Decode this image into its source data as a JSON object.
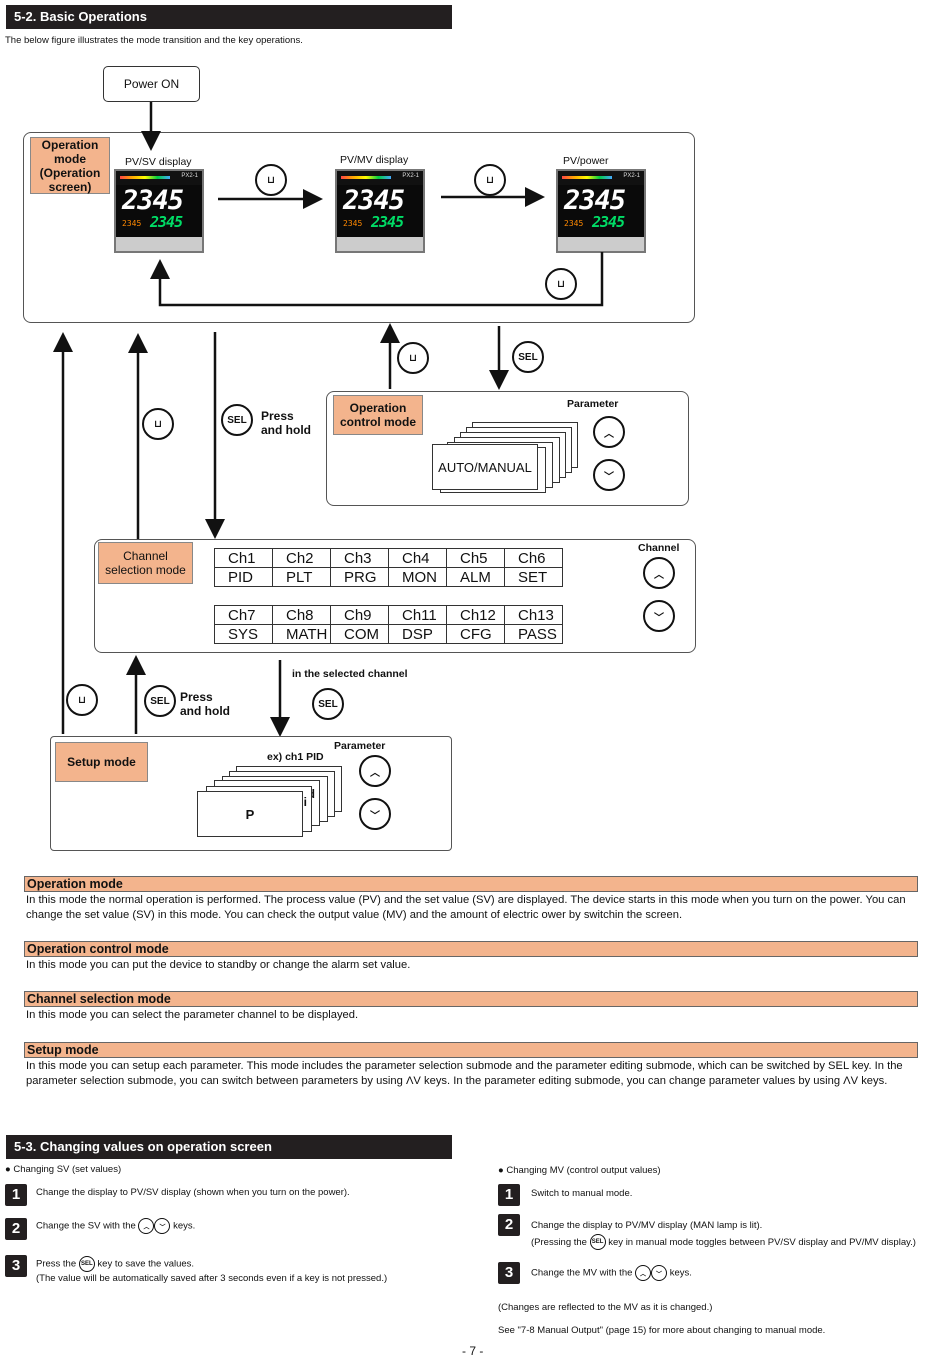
{
  "section1": {
    "title": "5-2.  Basic Operations",
    "intro": "The below figure illustrates the mode transition and the key operations."
  },
  "diagram": {
    "power_on": "Power ON",
    "operation_mode": "Operation mode (Operation screen)",
    "pv_sv_display": "PV/SV display",
    "pv_mv_display": "PV/MV display",
    "pv_power": "PV/power",
    "device_value": "2345",
    "device_sv": "2345",
    "device_small": "2345",
    "device_model": "PX2-1",
    "sel": "SEL",
    "press_hold": "Press",
    "and_hold": "and hold",
    "operation_control_mode": "Operation control mode",
    "parameter": "Parameter",
    "auto_manual": "AUTO/MANUAL",
    "channel_selection_mode": "Channel selection mode",
    "channel": "Channel",
    "channels_row1": [
      {
        "ch": "Ch1",
        "code": "PID"
      },
      {
        "ch": "Ch2",
        "code": "PLT"
      },
      {
        "ch": "Ch3",
        "code": "PRG"
      },
      {
        "ch": "Ch4",
        "code": "MON"
      },
      {
        "ch": "Ch5",
        "code": "ALM"
      },
      {
        "ch": "Ch6",
        "code": "SET"
      }
    ],
    "channels_row2": [
      {
        "ch": "Ch7",
        "code": "SYS"
      },
      {
        "ch": "Ch8",
        "code": "MATH"
      },
      {
        "ch": "Ch9",
        "code": "COM"
      },
      {
        "ch": "Ch11",
        "code": "DSP"
      },
      {
        "ch": "Ch12",
        "code": "CFG"
      },
      {
        "ch": "Ch13",
        "code": "PASS"
      }
    ],
    "in_selected_channel": "in the selected channel",
    "setup_mode": "Setup mode",
    "ex_ch1_pid": "ex) ch1 PID",
    "param_p": "P",
    "param_i": "i",
    "param_d": "d"
  },
  "descriptions": [
    {
      "title": "Operation mode",
      "body": "In this mode the normal operation is performed. The process value (PV) and the set value (SV) are displayed. The device starts in this mode when you turn on the power. You can change the set value (SV) in this mode. You can check the output value (MV) and the amount of electric ower by switchin the screen."
    },
    {
      "title": "Operation control mode",
      "body": "In this mode you can put the device to standby or change the alarm set value."
    },
    {
      "title": "Channel selection mode",
      "body": "In this mode you can select the parameter channel to be displayed."
    },
    {
      "title": "Setup mode",
      "body": "In this mode you can setup each parameter. This mode includes the parameter selection submode and the parameter editing submode, which can be switched by SEL key. In the parameter selection submode, you can switch between parameters by using ΛV keys. In the parameter editing submode, you can change parameter values by using ΛV keys."
    }
  ],
  "section2": {
    "title": "5-3.  Changing values on operation screen",
    "left_heading": "● Changing SV (set values)",
    "left_steps": [
      {
        "n": "1",
        "text": "Change the display to PV/SV display (shown when you turn on the power)."
      },
      {
        "n": "2",
        "pre": "Change the SV with the",
        "post": "keys."
      },
      {
        "n": "3",
        "pre": "Press the",
        "post": "key to save the values.",
        "note": "(The value will be automatically saved after 3 seconds even if a key is not pressed.)"
      }
    ],
    "right_heading": "● Changing MV (control output values)",
    "right_steps": [
      {
        "n": "1",
        "text": "Switch to manual mode."
      },
      {
        "n": "2",
        "text": "Change the display to PV/MV display (MAN lamp is lit).",
        "note_pre": "(Pressing the",
        "note_post": "key in manual mode toggles between PV/SV display and PV/MV display.)"
      },
      {
        "n": "3",
        "pre": "Change the MV with the",
        "post": "keys."
      }
    ],
    "note1": "(Changes are reflected to the MV as it is changed.)",
    "note2": "See \"7-8 Manual Output\" (page 15) for more about changing to manual mode."
  },
  "page_number": "- 7 -"
}
